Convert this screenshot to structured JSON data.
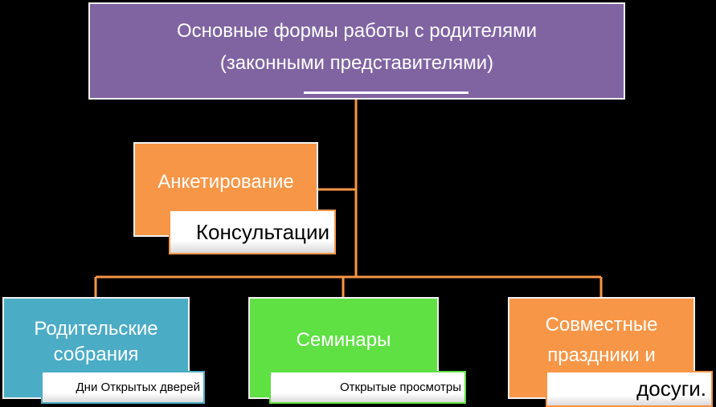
{
  "diagram": {
    "root": {
      "line1": "Основные формы работы с родителями",
      "line2": "(законными представителями)"
    },
    "survey": {
      "label": "Анкетирование",
      "sublabel": "Консультации"
    },
    "children": {
      "parents_meetings": {
        "line1": "Родительские",
        "line2": "собрания",
        "sublabel": "Дни Открытых дверей"
      },
      "seminars": {
        "label": "Семинары",
        "sublabel": "Открытые просмотры"
      },
      "joint_holidays": {
        "line1": "Совместные",
        "line2": "праздники и",
        "sublabel": "досуги."
      }
    },
    "colors": {
      "root": "#8064a2",
      "orange": "#f79646",
      "blue": "#4bacc6",
      "green": "#5fe043",
      "connector": "#f79646",
      "border": "#f2f2f2",
      "background": "#000000"
    }
  }
}
